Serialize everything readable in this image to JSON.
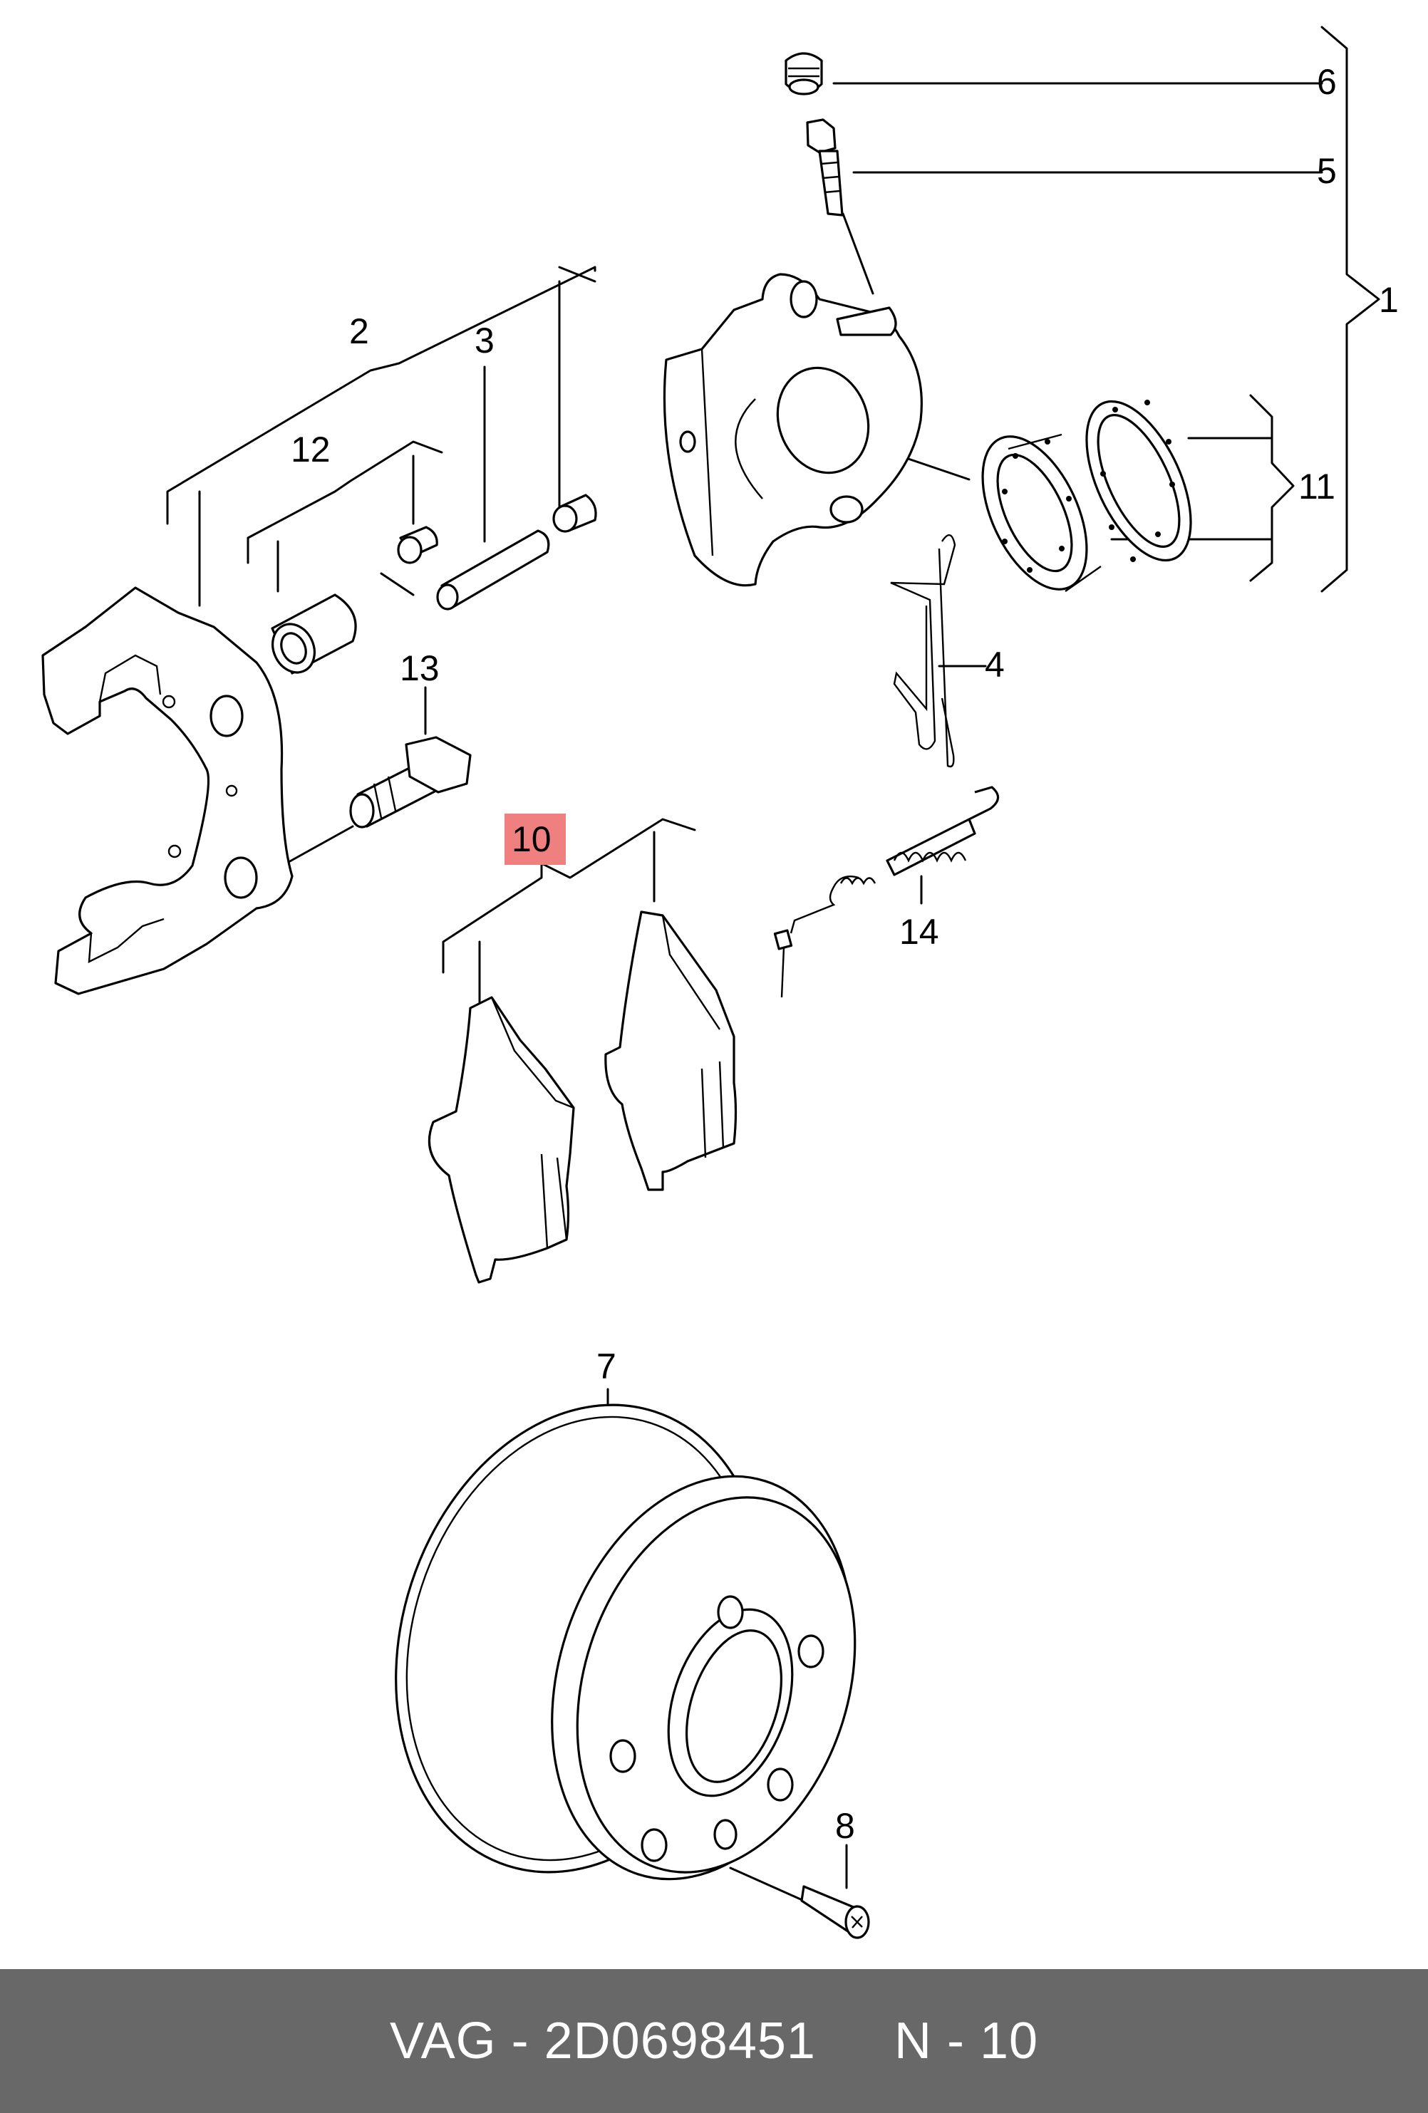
{
  "callouts": {
    "c1": "1",
    "c2": "2",
    "c3": "3",
    "c4": "4",
    "c5": "5",
    "c6": "6",
    "c7": "7",
    "c8": "8",
    "c10": "10",
    "c11": "11",
    "c12": "12",
    "c13": "13",
    "c14": "14"
  },
  "highlight": {
    "callout": "10",
    "color": "#f08080"
  },
  "footer": {
    "part_number": "VAG - 2D0698451",
    "position": "N - 10"
  }
}
